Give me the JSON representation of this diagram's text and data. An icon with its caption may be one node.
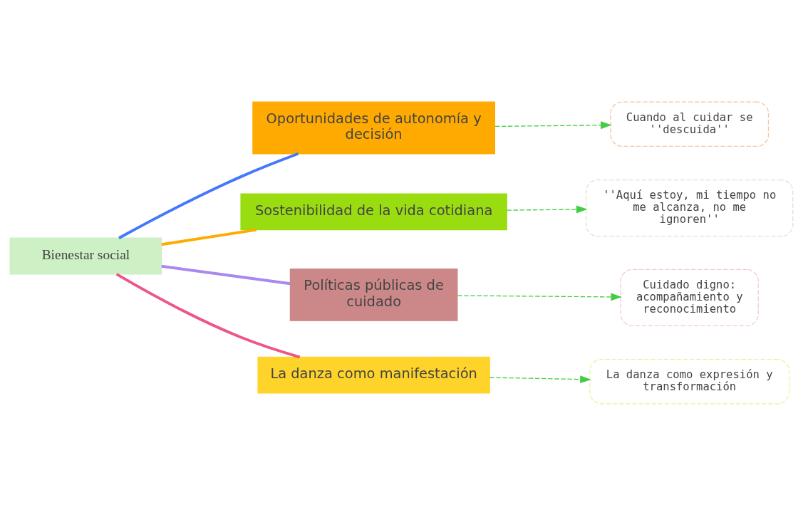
{
  "diagram": {
    "nodes": [
      {
        "text": [
          "Bienestar social"
        ]
      },
      {
        "text": [
          "Oportunidades de autonomía y decisión"
        ]
      },
      {
        "text": [
          "Sostenibilidad de la vida cotidiana"
        ]
      },
      {
        "text": [
          "Políticas públicas de cuidado"
        ]
      },
      {
        "text": [
          "La danza como manifestación"
        ]
      },
      {
        "text": [
          "Cuando al cuidar se ''descuida''"
        ]
      },
      {
        "text": [
          "''Aquí estoy, mi tiempo no me alcanza, no me ignoren''"
        ]
      },
      {
        "text": [
          "Cuidado digno: acompañamiento y reconocimiento"
        ]
      },
      {
        "text": [
          "La danza como expresión y transformación"
        ]
      }
    ],
    "edges": [
      {
        "from": 0,
        "to": 1,
        "arrow": "none",
        "style": "thick",
        "color": "#4477ff"
      },
      {
        "from": 0,
        "to": 2,
        "arrow": "none",
        "style": "thick",
        "color": "#ffaa00"
      },
      {
        "from": 0,
        "to": 3,
        "arrow": "none",
        "style": "thick",
        "color": "#aa88ee"
      },
      {
        "from": 0,
        "to": 4,
        "arrow": "none",
        "style": "thick",
        "color": "#ee5588"
      },
      {
        "from": 1,
        "to": 5,
        "arrow": "to",
        "style": "dashed",
        "color": "#44cc44"
      },
      {
        "from": 2,
        "to": 6,
        "arrow": "to",
        "style": "dashed",
        "color": "#44cc44"
      },
      {
        "from": 3,
        "to": 7,
        "arrow": "to",
        "style": "dashed",
        "color": "#44cc44"
      },
      {
        "from": 4,
        "to": 8,
        "arrow": "to",
        "style": "dashed",
        "color": "#44cc44"
      }
    ]
  }
}
